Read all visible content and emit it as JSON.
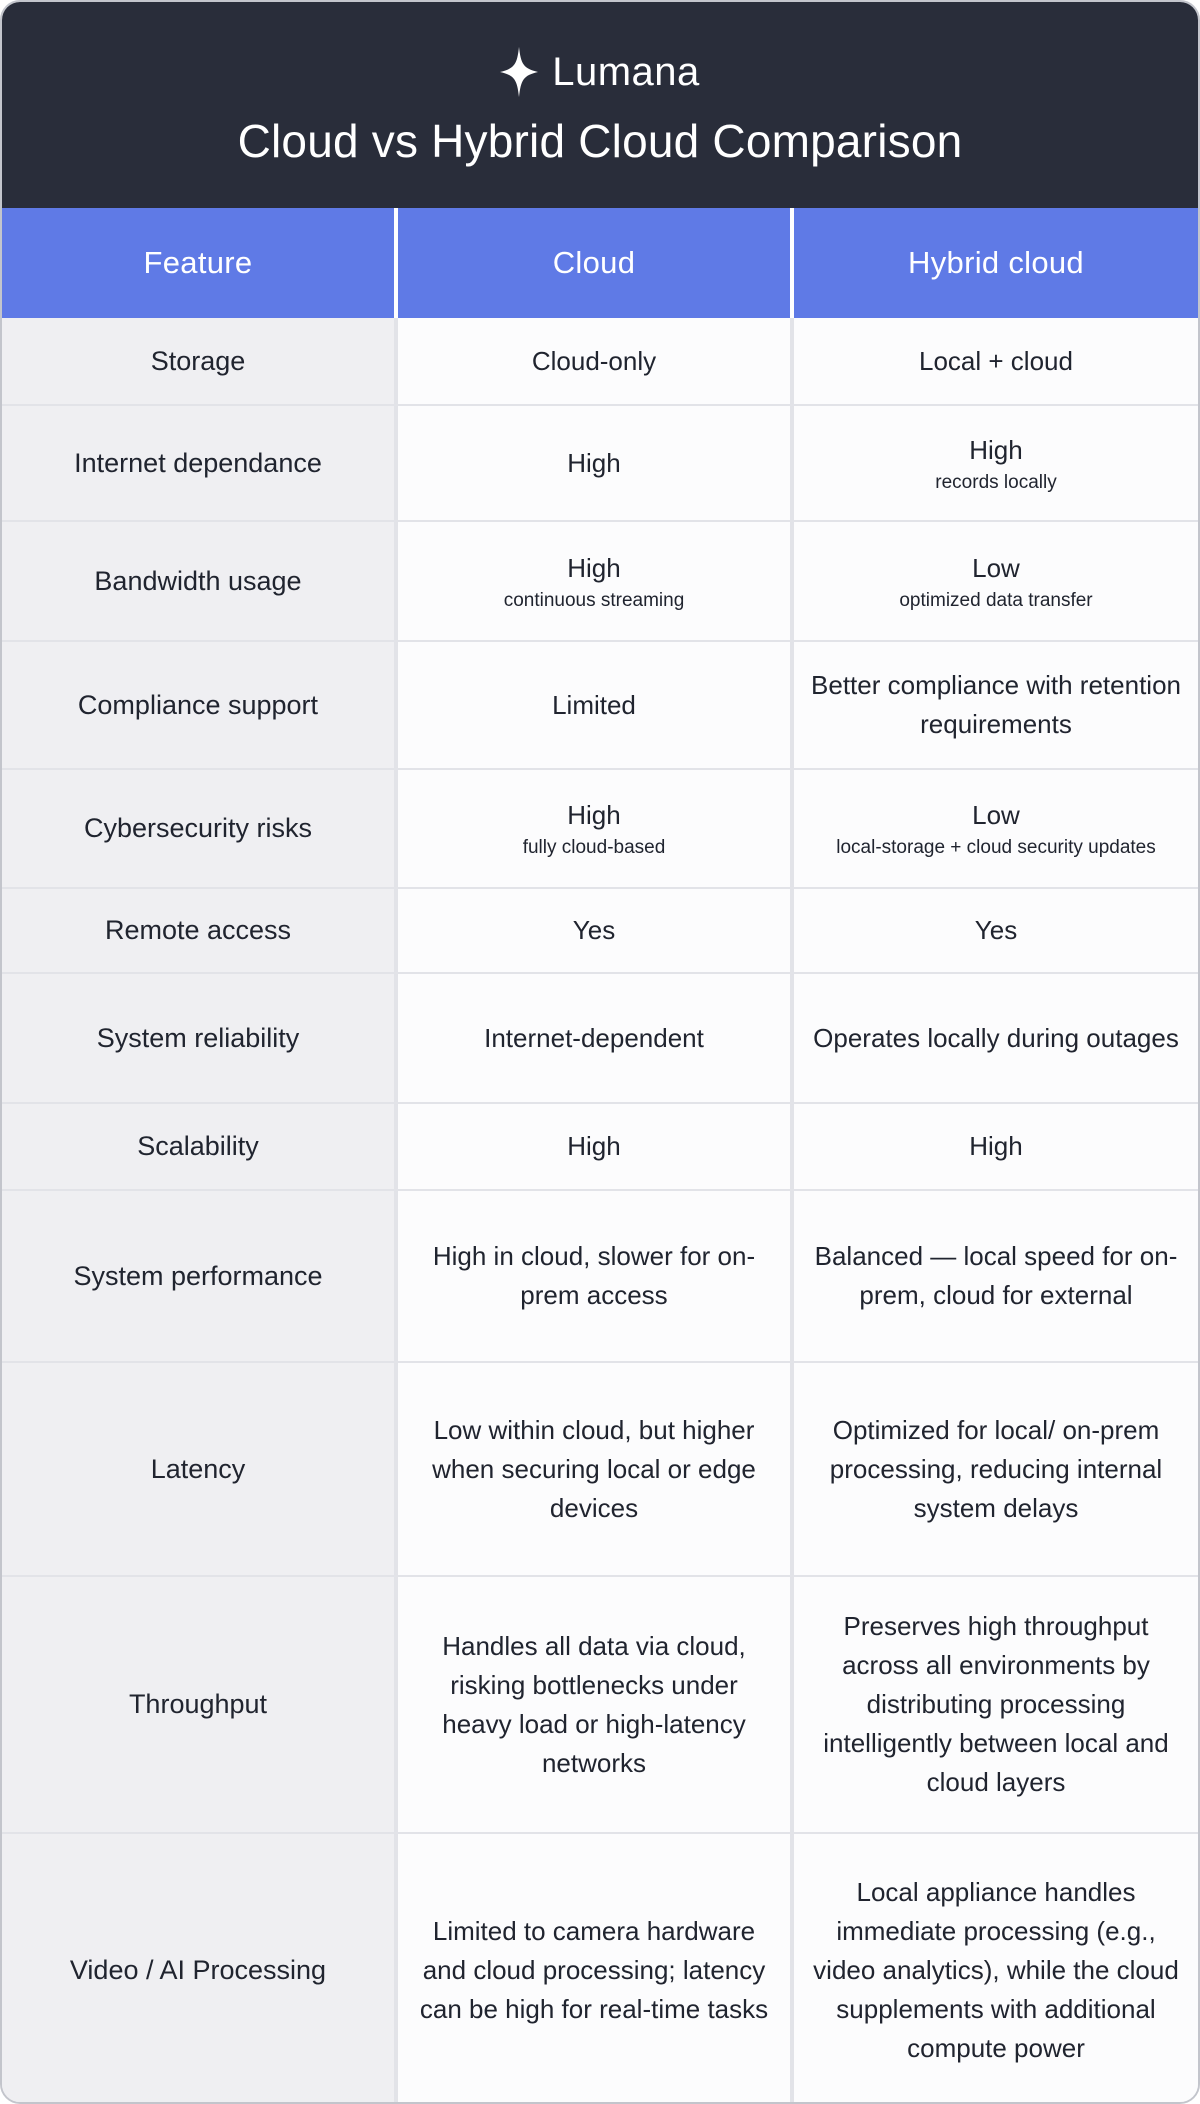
{
  "header": {
    "brand": "Lumana",
    "logo_icon": "sparkle-icon",
    "title": "Cloud vs Hybrid Cloud Comparison"
  },
  "colors": {
    "header_bg": "#292d3a",
    "accent_blue": "#5f7ae6",
    "feature_col_bg": "#efeff2",
    "value_col_bg": "#fcfcfd",
    "divider": "#e2e3e8",
    "text_dark": "#20242f",
    "header_text": "#ffffff"
  },
  "table": {
    "columns": [
      "Feature",
      "Cloud",
      "Hybrid cloud"
    ],
    "rows": [
      {
        "feature": "Storage",
        "cloud": {
          "main": "Cloud-only"
        },
        "hybrid": {
          "main": "Local + cloud"
        }
      },
      {
        "feature": "Internet dependance",
        "cloud": {
          "main": "High"
        },
        "hybrid": {
          "main": "High",
          "sub": "records locally"
        }
      },
      {
        "feature": "Bandwidth usage",
        "cloud": {
          "main": "High",
          "sub": "continuous streaming"
        },
        "hybrid": {
          "main": "Low",
          "sub": "optimized data transfer"
        }
      },
      {
        "feature": "Compliance support",
        "cloud": {
          "main": "Limited"
        },
        "hybrid": {
          "main": "Better compliance with retention requirements"
        }
      },
      {
        "feature": "Cybersecurity risks",
        "cloud": {
          "main": "High",
          "sub": "fully cloud-based"
        },
        "hybrid": {
          "main": "Low",
          "sub": "local-storage + cloud security updates"
        }
      },
      {
        "feature": "Remote access",
        "cloud": {
          "main": "Yes"
        },
        "hybrid": {
          "main": "Yes"
        }
      },
      {
        "feature": "System reliability",
        "cloud": {
          "main": "Internet-dependent"
        },
        "hybrid": {
          "main": "Operates locally during outages"
        }
      },
      {
        "feature": "Scalability",
        "cloud": {
          "main": "High"
        },
        "hybrid": {
          "main": "High"
        }
      },
      {
        "feature": "System performance",
        "cloud": {
          "main": "High in cloud, slower for on-prem access"
        },
        "hybrid": {
          "main": "Balanced — local speed for on-prem, cloud for external"
        }
      },
      {
        "feature": "Latency",
        "cloud": {
          "main": "Low within cloud, but higher when securing local or edge devices"
        },
        "hybrid": {
          "main": "Optimized for local/ on-prem processing, reducing internal system delays"
        }
      },
      {
        "feature": "Throughput",
        "cloud": {
          "main": "Handles all data via cloud, risking bottlenecks under heavy load or high-latency networks"
        },
        "hybrid": {
          "main": "Preserves high throughput across all environments by distributing processing intelligently between local and cloud layers"
        }
      },
      {
        "feature": "Video / AI Processing",
        "cloud": {
          "main": "Limited to camera hardware and cloud processing; latency can be high for real-time tasks"
        },
        "hybrid": {
          "main": "Local appliance handles immediate processing (e.g., video analytics), while the cloud supplements with additional compute power"
        }
      }
    ]
  }
}
